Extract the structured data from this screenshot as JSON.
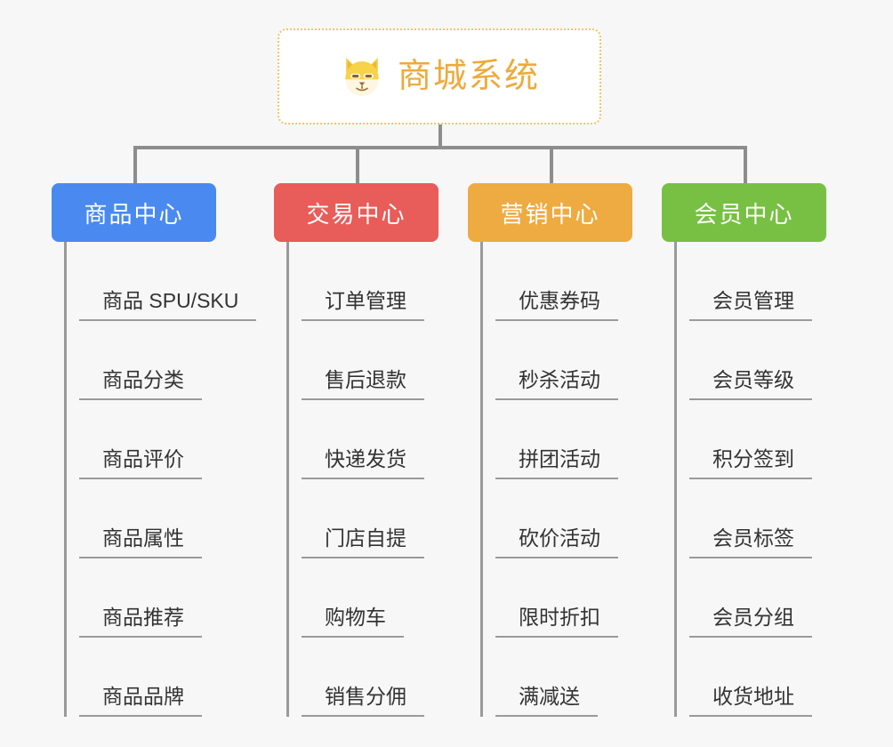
{
  "root": {
    "title": "商城系统",
    "icon": "shiba-dog-face-icon",
    "border_color": "#f3c267",
    "text_color": "#eeaa3c",
    "background": "#ffffff"
  },
  "canvas": {
    "background": "#f7f7f7",
    "line_color": "#8d8d8d"
  },
  "columns": [
    {
      "id": "product-center",
      "label": "商品中心",
      "color": "#4a8af0",
      "items": [
        "商品 SPU/SKU",
        "商品分类",
        "商品评价",
        "商品属性",
        "商品推荐",
        "商品品牌"
      ]
    },
    {
      "id": "trade-center",
      "label": "交易中心",
      "color": "#e85c5a",
      "items": [
        "订单管理",
        "售后退款",
        "快递发货",
        "门店自提",
        "购物车",
        "销售分佣"
      ]
    },
    {
      "id": "marketing-center",
      "label": "营销中心",
      "color": "#eeab41",
      "items": [
        "优惠券码",
        "秒杀活动",
        "拼团活动",
        "砍价活动",
        "限时折扣",
        "满减送"
      ]
    },
    {
      "id": "member-center",
      "label": "会员中心",
      "color": "#77c043",
      "items": [
        "会员管理",
        "会员等级",
        "积分签到",
        "会员标签",
        "会员分组",
        "收货地址"
      ]
    }
  ]
}
